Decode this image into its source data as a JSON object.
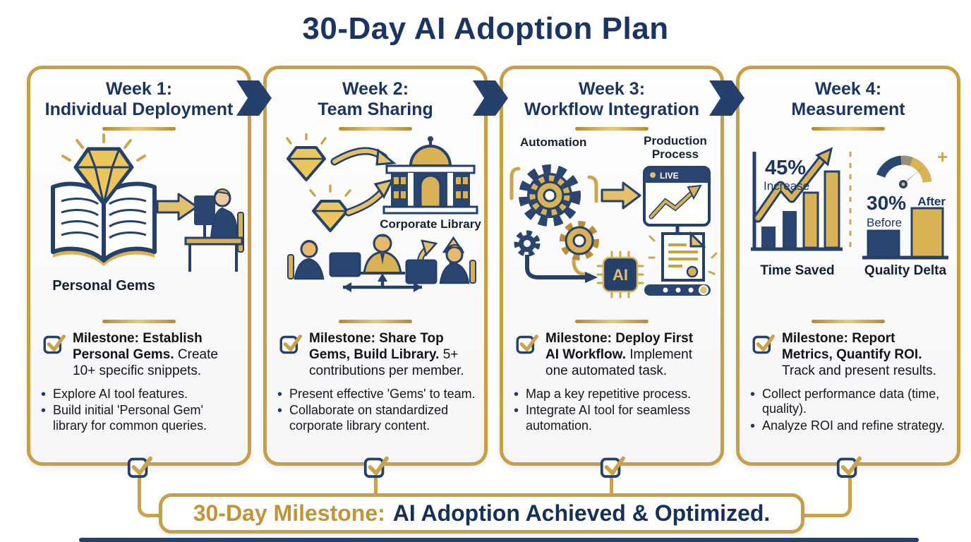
{
  "title": "30-Day AI Adoption Plan",
  "colors": {
    "navy": "#1b3563",
    "gold": "#c9a24a",
    "light_gold": "#e3c06b",
    "icon_navy": "#24406b"
  },
  "weeks": [
    {
      "header_line1": "Week 1:",
      "header_line2": "Individual Deployment",
      "caption": "Personal Gems",
      "milestone_bold": "Milestone: Establish Personal Gems.",
      "milestone_rest": "Create 10+ specific snippets.",
      "bullets": [
        "Explore AI tool features.",
        "Build initial 'Personal Gem' library for common queries."
      ]
    },
    {
      "header_line1": "Week 2:",
      "header_line2": "Team Sharing",
      "caption": "Corporate Library",
      "milestone_bold": "Milestone: Share Top Gems, Build Library.",
      "milestone_rest": "5+ contributions per member.",
      "bullets": [
        "Present effective 'Gems' to team.",
        "Collaborate on standardized corporate library content."
      ]
    },
    {
      "header_line1": "Week 3:",
      "header_line2": "Workflow Integration",
      "labels": {
        "automation": "Automation",
        "production_line1": "Production",
        "production_line2": "Process",
        "live": "LIVE",
        "chip": "AI"
      },
      "milestone_bold": "Milestone: Deploy First AI Workflow.",
      "milestone_rest": "Implement one automated task.",
      "bullets": [
        "Map a key repetitive process.",
        "Integrate AI tool for seamless automation."
      ]
    },
    {
      "header_line1": "Week 4:",
      "header_line2": "Measurement",
      "metrics": {
        "increase_value": "45%",
        "increase_label": "Increase",
        "time_caption": "Time Saved",
        "delta_value": "30%",
        "before_label": "Before",
        "after_label": "After",
        "quality_caption": "Quality Delta",
        "plus_sign": "+"
      },
      "milestone_bold": "Milestone: Report Metrics, Quantify ROI.",
      "milestone_rest": "Track and present results.",
      "bullets": [
        "Collect performance data (time, quality).",
        "Analyze ROI and refine strategy."
      ]
    }
  ],
  "footer": {
    "milestone_prefix": "30-Day Milestone:",
    "milestone_text": "AI Adoption Achieved & Optimized."
  }
}
